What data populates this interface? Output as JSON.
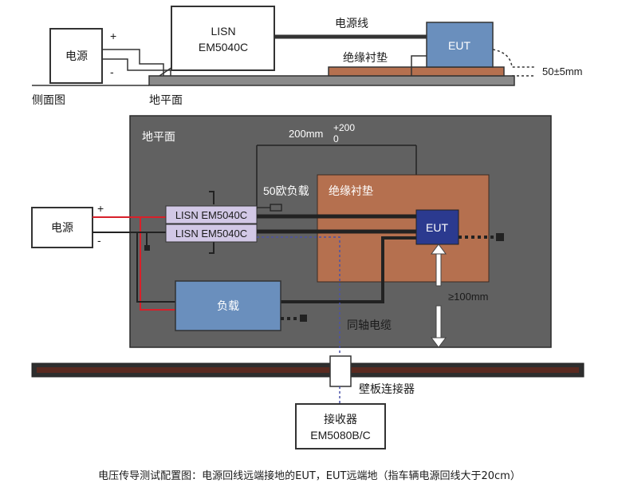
{
  "side_view": {
    "power_label": "电源",
    "plus": "+",
    "minus": "-",
    "lisn_line1": "LISN",
    "lisn_line2": "EM5040C",
    "power_line_label": "电源线",
    "eut_label": "EUT",
    "insulation_label": "绝缘衬垫",
    "height_label": "50±5mm",
    "view_label": "侧面图",
    "ground_plane_label": "地平面"
  },
  "top_view": {
    "ground_plane_label": "地平面",
    "distance_main": "200mm",
    "distance_tol_plus": "+200",
    "distance_tol_zero": "0",
    "load_50_label": "50欧负载",
    "insulation_label": "绝缘衬垫",
    "power_label": "电源",
    "plus": "+",
    "minus": "-",
    "lisn_top": "LISN EM5040C",
    "lisn_bottom": "LISN EM5040C",
    "eut_label": "EUT",
    "load_label": "负载",
    "min_distance_label": "≥100mm",
    "coax_label": "同轴电缆",
    "wall_connector_label": "壁板连接器",
    "receiver_line1": "接收器",
    "receiver_line2": "EM5080B/C"
  },
  "caption": "电压传导测试配置图：电源回线远端接地的EUT，EUT远端地（指车辆电源回线大于20cm）",
  "colors": {
    "ground": "#616161",
    "insulation": "#b5704f",
    "eut_side": "#6a8fbd",
    "eut_top": "#2b3a8f",
    "lisn": "#d2c8e6",
    "load": "#6a8fbd",
    "wall": "#5a2a20",
    "red_wire": "#d8202a",
    "coax": "#4a52a8"
  }
}
